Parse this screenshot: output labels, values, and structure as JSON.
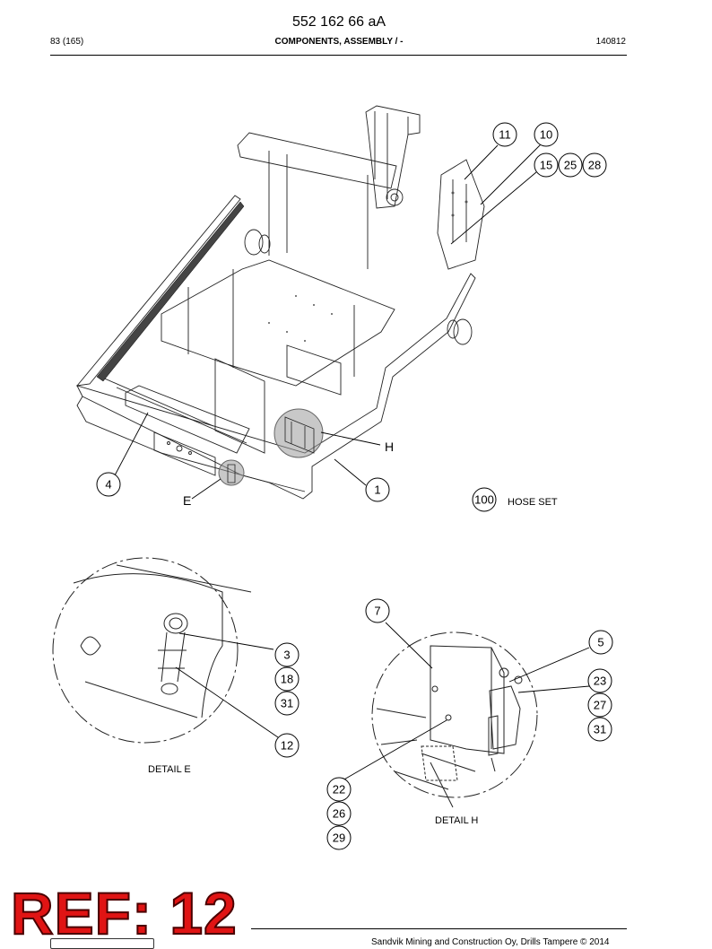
{
  "header": {
    "doc_number": "552 162 66 aA",
    "page_index": "83 (165)",
    "title": "COMPONENTS, ASSEMBLY / -",
    "revision": "140812"
  },
  "callouts": {
    "c11": "11",
    "c10": "10",
    "c15": "15",
    "c25": "25",
    "c28": "28",
    "c4": "4",
    "c1": "1",
    "c100": "100",
    "c7": "7",
    "c5": "5",
    "c3": "3",
    "c18": "18",
    "c31a": "31",
    "c12": "12",
    "c23": "23",
    "c27": "27",
    "c31b": "31",
    "c22": "22",
    "c26": "26",
    "c29": "29"
  },
  "labels": {
    "detail_h_marker": "H",
    "detail_e_marker": "E",
    "hose_set": "HOSE SET",
    "detail_e": "DETAIL E",
    "detail_h": "DETAIL H"
  },
  "stamp": {
    "text": "REF: 12"
  },
  "footer": {
    "text": "Sandvik Mining and Construction Oy, Drills Tampere © 2014"
  }
}
